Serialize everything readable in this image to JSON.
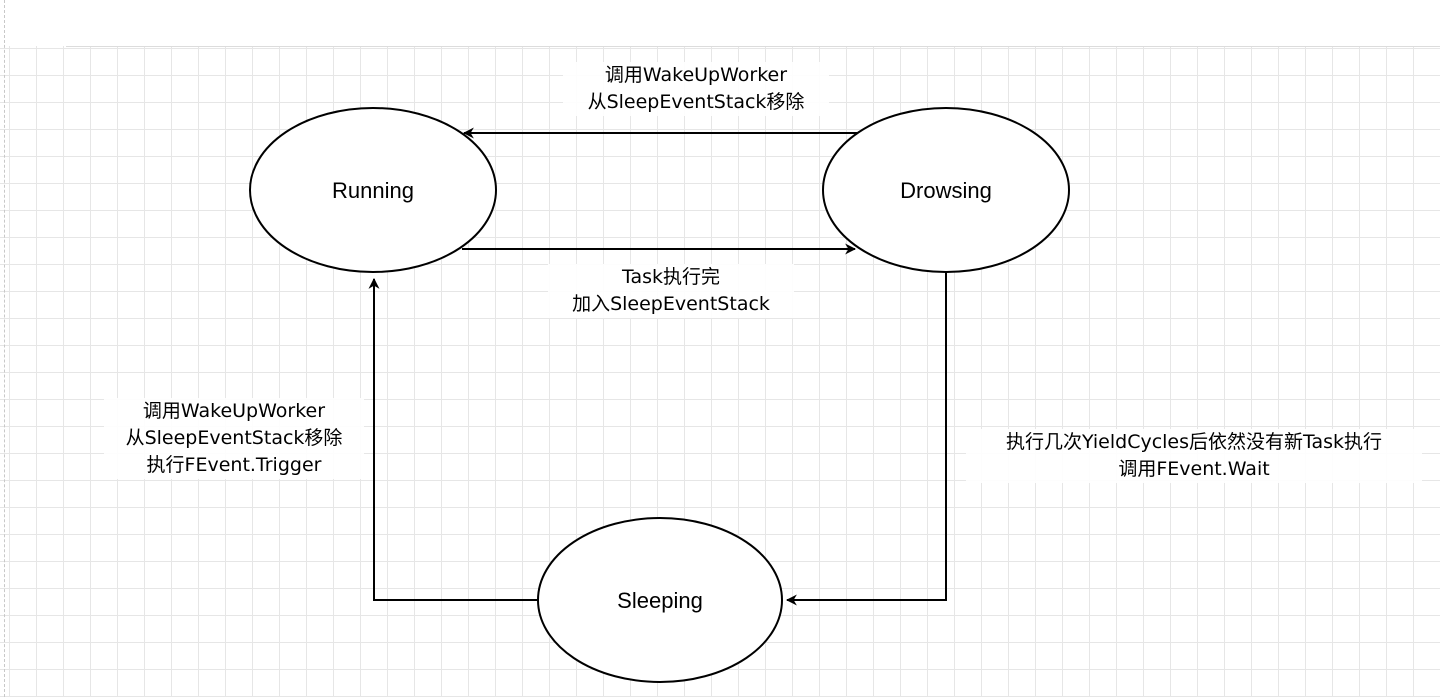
{
  "states": {
    "running": "Running",
    "drowsing": "Drowsing",
    "sleeping": "Sleeping"
  },
  "edges": {
    "drowsing_to_running": {
      "line1": "调用WakeUpWorker",
      "line2": "从SleepEventStack移除"
    },
    "running_to_drowsing": {
      "line1": "Task执行完",
      "line2": "加入SleepEventStack"
    },
    "sleeping_to_running": {
      "line1": "调用WakeUpWorker",
      "line2": "从SleepEventStack移除",
      "line3": "执行FEvent.Trigger"
    },
    "drowsing_to_sleeping": {
      "line1": "执行几次YieldCycles后依然没有新Task执行",
      "line2": "调用FEvent.Wait"
    }
  }
}
